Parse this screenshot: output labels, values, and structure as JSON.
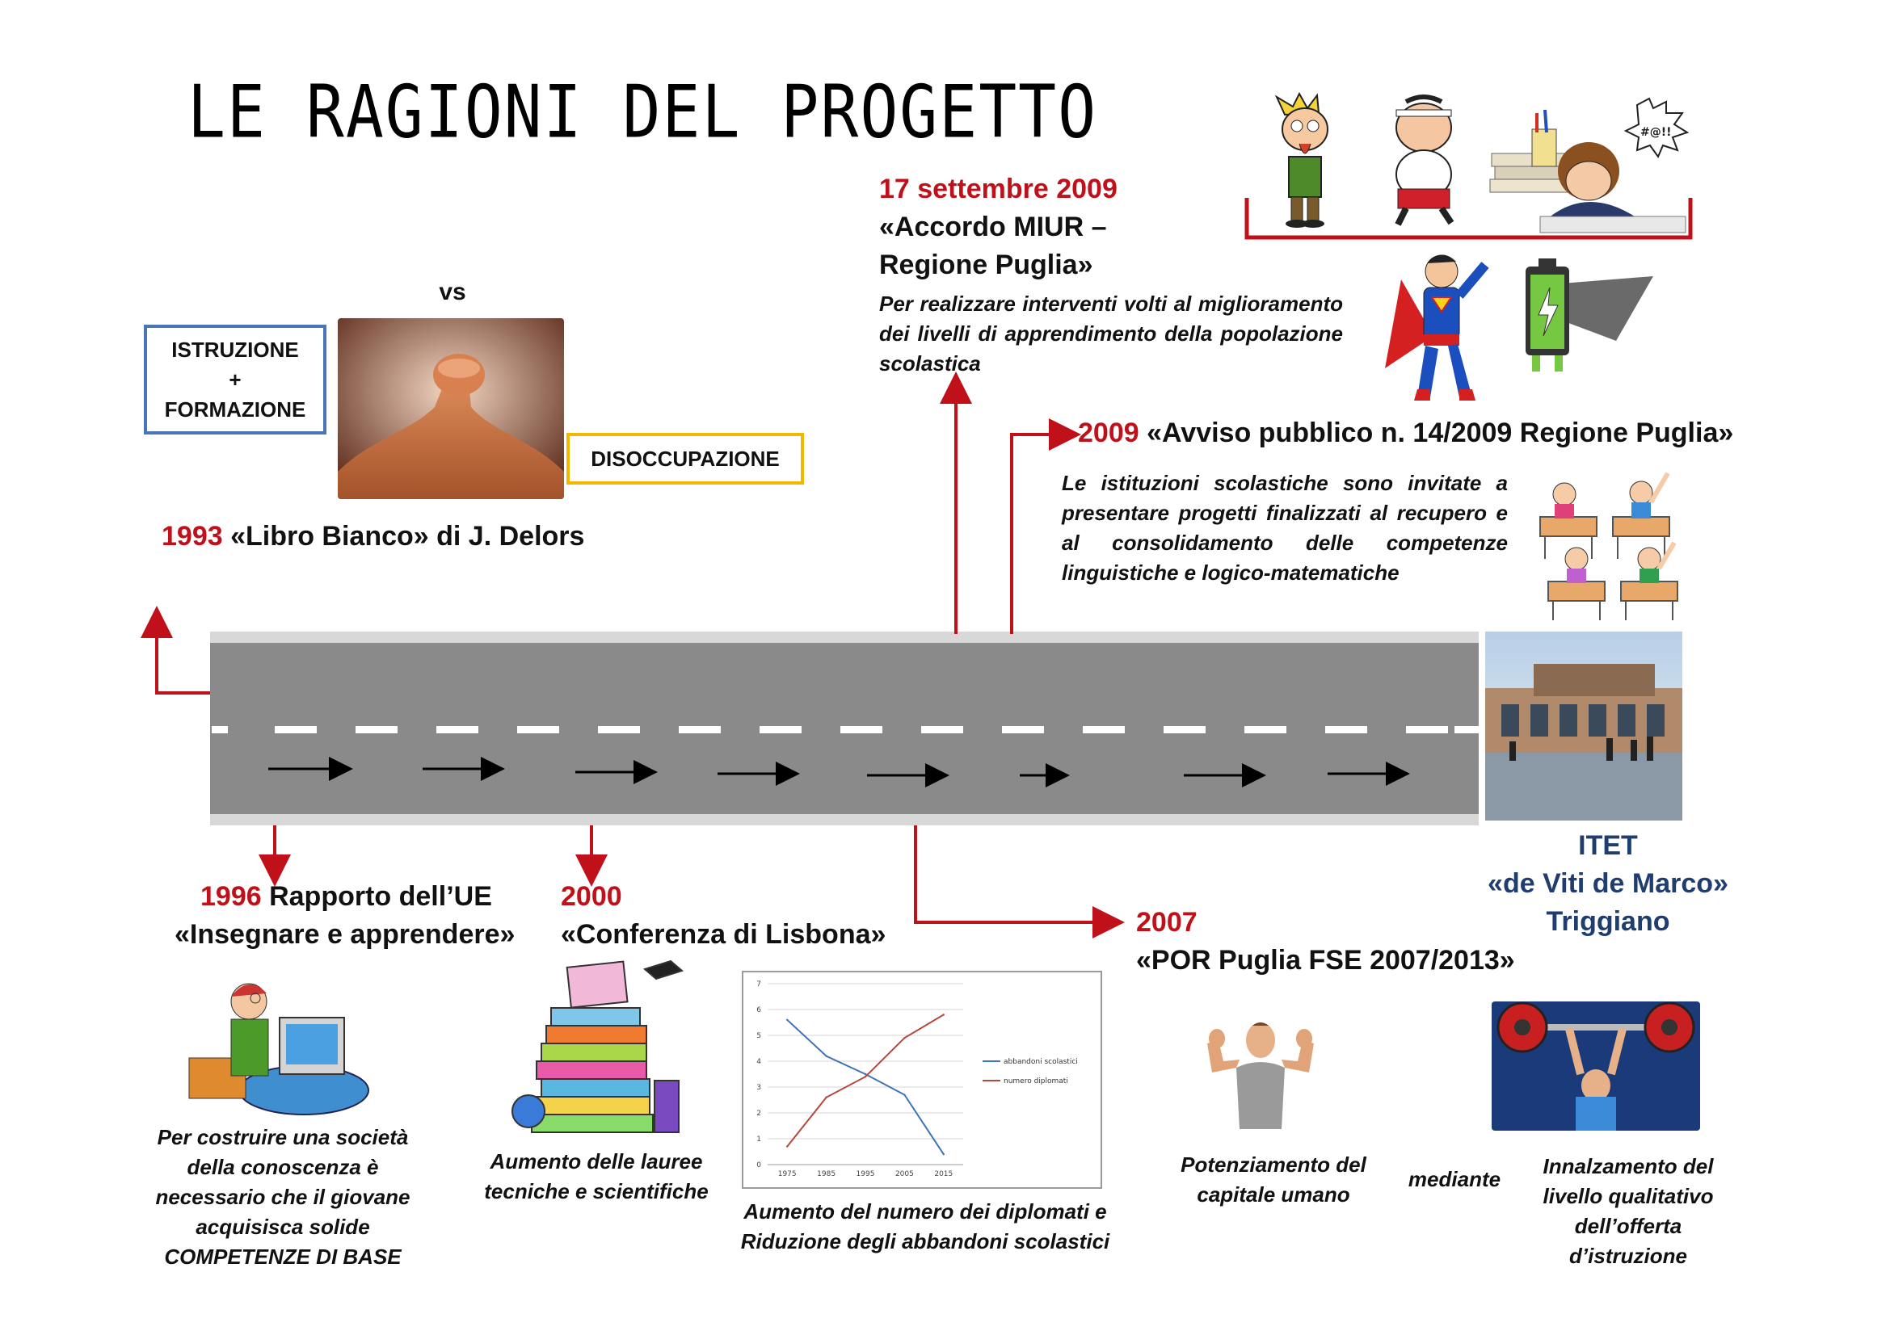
{
  "title": "LE RAGIONI DEL PROGETTO",
  "top_left": {
    "vs": "vs",
    "box_left": [
      "ISTRUZIONE",
      "+",
      "FORMAZIONE"
    ],
    "box_right": "DISOCCUPAZIONE",
    "year": "1993",
    "text": " «Libro Bianco» di J. Delors"
  },
  "accordo": {
    "date": "17 settembre 2009",
    "title_line1": "«Accordo MIUR –",
    "title_line2": "Regione Puglia»",
    "desc": "Per realizzare interventi volti al miglioramento dei livelli di apprendimento della popolazione scolastica"
  },
  "avviso": {
    "year": "2009",
    "text": " «Avviso pubblico n. 14/2009 Regione Puglia»",
    "desc": "Le istituzioni scolastiche sono invitate a presentare progetti finalizzati al recupero e al consolidamento delle competenze linguistiche e logico-matematiche"
  },
  "rapporto": {
    "year": "1996",
    "text_line1": " Rapporto dell’UE",
    "text_line2": "«Insegnare e apprendere»",
    "desc": [
      "Per costruire una società",
      "della conoscenza è",
      "necessario che il giovane",
      "acquisisca solide",
      "COMPETENZE DI BASE"
    ]
  },
  "lisbona": {
    "year": "2000",
    "text": "«Conferenza di Lisbona»",
    "desc": [
      "Aumento delle lauree",
      "tecniche e scientifiche"
    ],
    "chart_caption": [
      "Aumento del numero dei diplomati e",
      "Riduzione degli abbandoni scolastici"
    ]
  },
  "por": {
    "year": "2007",
    "text": "«POR Puglia FSE 2007/2013»",
    "left": [
      "Potenziamento del",
      "capitale umano"
    ],
    "mid": "mediante",
    "right": [
      "Innalzamento del",
      "livello qualitativo",
      "dell’offerta",
      "d’istruzione"
    ]
  },
  "itet": [
    "ITET",
    "«de Viti de Marco»",
    "Triggiano"
  ],
  "colors": {
    "accent_red": "#c0101a",
    "navy": "#1f3d6e",
    "blue_box": "#4a76b8",
    "gold_box": "#f0b800",
    "road": "#8a8a8a"
  },
  "chart_data": {
    "type": "line",
    "categories": [
      "1975",
      "1985",
      "1995",
      "2005",
      "2015"
    ],
    "ylim": [
      0,
      7
    ],
    "yticks": [
      "0",
      "1",
      "2",
      "3",
      "4",
      "5",
      "6",
      "7"
    ],
    "series": [
      {
        "name": "abbandoni scolastici",
        "color": "#3e74b6",
        "values": [
          5.6,
          4.2,
          3.5,
          2.7,
          0.4
        ]
      },
      {
        "name": "numero diplomati",
        "color": "#b5483c",
        "values": [
          0.7,
          2.6,
          3.4,
          4.9,
          5.8
        ]
      }
    ]
  }
}
